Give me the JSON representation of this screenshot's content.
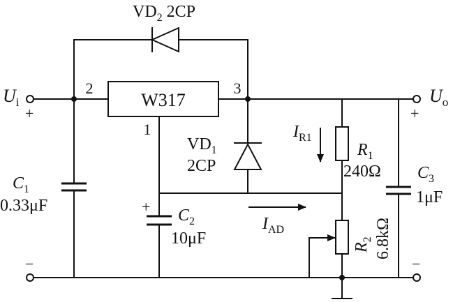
{
  "diode_vd2": {
    "ref": "VD",
    "sub": "2",
    "type": "2CP"
  },
  "regulator": {
    "label": "W317",
    "pin_in": "2",
    "pin_out": "3",
    "pin_adj": "1"
  },
  "input": {
    "label": "U",
    "sub": "i",
    "plus": "+",
    "minus": "−"
  },
  "output": {
    "label": "U",
    "sub": "o",
    "plus": "+",
    "minus": "−"
  },
  "diode_vd1": {
    "ref": "VD",
    "sub": "1",
    "type": "2CP"
  },
  "c1": {
    "ref": "C",
    "sub": "1",
    "value": "0.33μF"
  },
  "c2": {
    "ref": "C",
    "sub": "2",
    "value": "10μF",
    "plus": "+"
  },
  "c3": {
    "ref": "C",
    "sub": "3",
    "value": "1μF"
  },
  "r1": {
    "ref": "R",
    "sub": "1",
    "value": "240Ω"
  },
  "r2": {
    "ref": "R",
    "sub": "2",
    "value": "6.8kΩ"
  },
  "i_r1": {
    "label": "I",
    "sub": "R1"
  },
  "i_ad": {
    "label": "I",
    "sub": "AD"
  }
}
